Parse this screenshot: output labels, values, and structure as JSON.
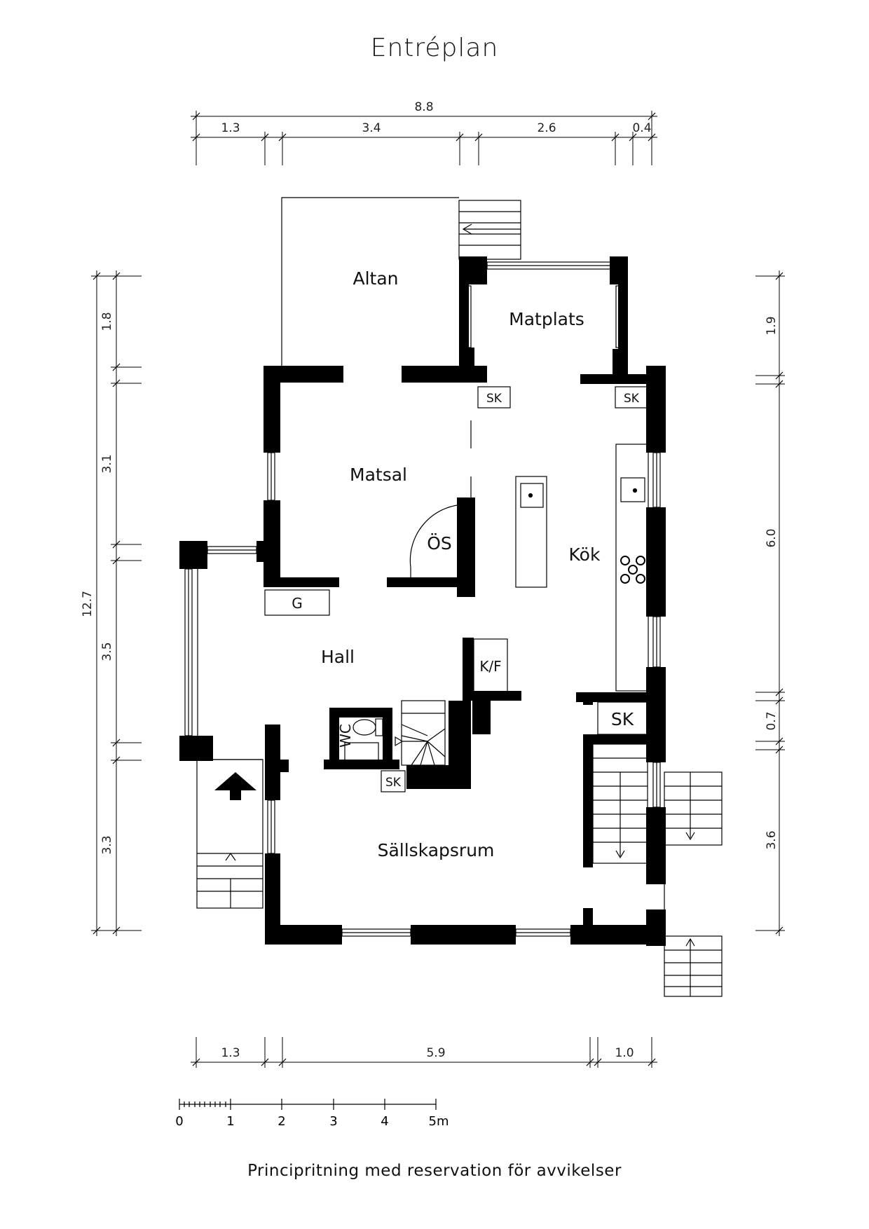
{
  "title": "Entréplan",
  "footer": "Principritning med reservation för avvikelser",
  "rooms": {
    "altan": "Altan",
    "matplats": "Matplats",
    "matsal": "Matsal",
    "kok": "Kök",
    "os": "ÖS",
    "g": "G",
    "hall": "Hall",
    "kf": "K/F",
    "wc": "WC",
    "sallskapsrum": "Sällskapsrum",
    "sk1": "SK",
    "sk2": "SK",
    "sk3": "SK",
    "sk4": "SK"
  },
  "dimensions": {
    "top_total": "8.8",
    "top_1": "1.3",
    "top_2": "3.4",
    "top_3": "2.6",
    "top_4": "0.4",
    "bottom_1": "1.3",
    "bottom_2": "5.9",
    "bottom_3": "1.0",
    "left_total": "12.7",
    "left_1": "1.8",
    "left_2": "3.1",
    "left_3": "3.5",
    "left_4": "3.3",
    "right_1": "1.9",
    "right_2": "6.0",
    "right_3": "0.7",
    "right_4": "3.6"
  },
  "scale": {
    "labels": [
      "0",
      "1",
      "2",
      "3",
      "4",
      "5m"
    ]
  }
}
